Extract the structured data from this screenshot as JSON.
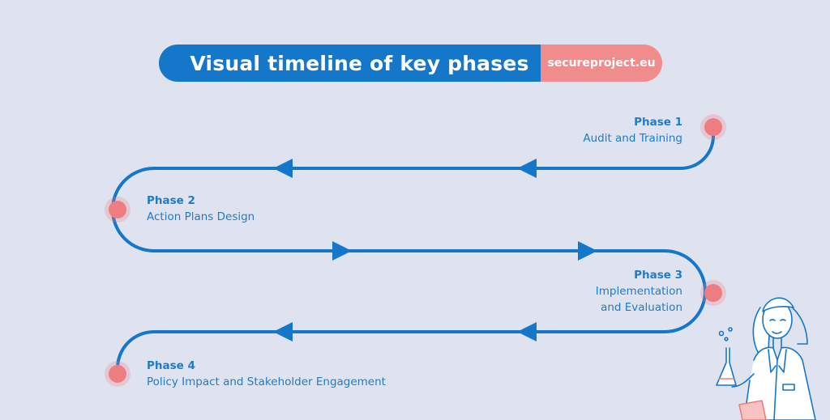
{
  "header": {
    "title": "Visual timeline of key phases",
    "website": "secureproject.eu"
  },
  "phases": [
    {
      "title": "Phase 1",
      "lines": [
        "Audit and Training"
      ]
    },
    {
      "title": "Phase 2",
      "lines": [
        "Action Plans Design"
      ]
    },
    {
      "title": "Phase 3",
      "lines": [
        "Implementation",
        "and Evaluation"
      ]
    },
    {
      "title": "Phase 4",
      "lines": [
        "Policy Impact and Stakeholder Engagement"
      ]
    }
  ],
  "colors": {
    "background": "#dfe2ef",
    "primary_blue": "#1477c9",
    "label_blue": "#1e7cc6",
    "accent_coral": "#f08c8c",
    "marker_red": "#ee7d82"
  }
}
